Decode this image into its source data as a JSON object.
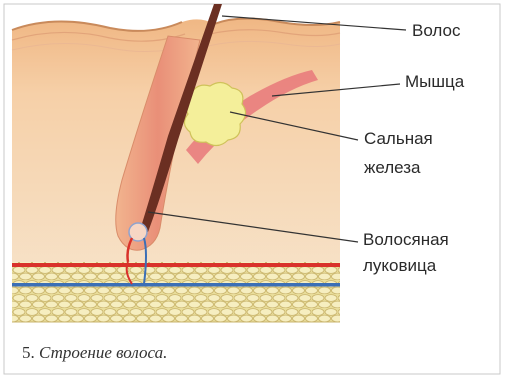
{
  "labels": {
    "hair": "Волос",
    "muscle": "Мышца",
    "gland_line1": "Сальная",
    "gland_line2": "железа",
    "bulb_line1": "Волосяная",
    "bulb_line2": "луковица"
  },
  "caption": {
    "number": "5.",
    "text": "Строение волоса."
  },
  "colors": {
    "skin_top": "#f3c596",
    "skin_mid": "#f5ddc0",
    "hair": "#6b2f22",
    "gland": "#f4ef9a",
    "muscle": "#e8787a",
    "fat_cells": "#f2e7a6",
    "artery": "#d9322b",
    "vein": "#3b6fb6"
  }
}
